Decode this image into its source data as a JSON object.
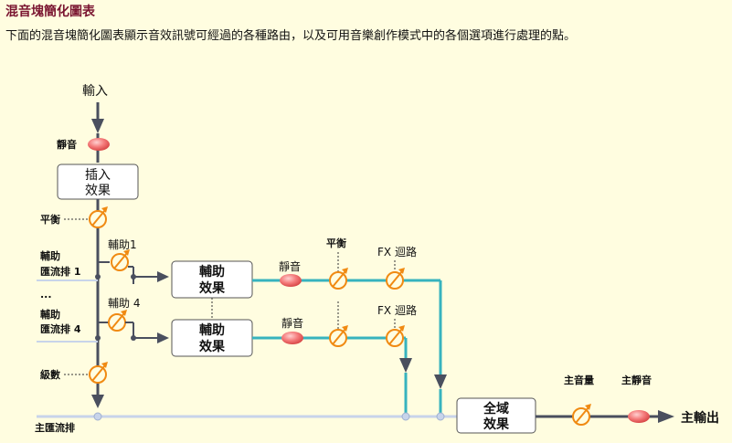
{
  "header": {
    "title": "混音塊簡化圖表",
    "description": "下面的混音塊簡化圖表顯示音效訊號可經過的各種路由，以及可用音樂創作模式中的各個選項進行處理的點。"
  },
  "diagram": {
    "input_label": "輸入",
    "mute_label_top": "靜音",
    "insert_box_line1": "插入",
    "insert_box_line2": "效果",
    "pan_left_label": "平衡",
    "aux1_label": "輔助1",
    "aux4_label": "輔助 4",
    "aux_bus1_line1": "輔助",
    "aux_bus1_line2": "匯流排 1",
    "ellipsis": "...",
    "aux_bus4_line1": "輔助",
    "aux_bus4_line2": "匯流排 4",
    "level_label": "級數",
    "main_bus_label": "主匯流排",
    "aux_fx_box1_line1": "輔助",
    "aux_fx_box1_line2": "效果",
    "aux_fx_box2_line1": "輔助",
    "aux_fx_box2_line2": "效果",
    "mute_label_1": "靜音",
    "mute_label_2": "靜音",
    "pan_label_right": "平衡",
    "fx_return_1": "FX 迴路",
    "fx_return_2": "FX 迴路",
    "global_box_line1": "全域",
    "global_box_line2": "效果",
    "master_volume_label": "主音量",
    "master_mute_label": "主靜音",
    "main_output_label": "主輸出"
  },
  "colors": {
    "title": "#7a1530",
    "background": "#fffde0",
    "teal_line": "#37b3be",
    "grey_line": "#4a4f5e",
    "light_bus": "#c8d4ea",
    "knob_orange": "#f08a12",
    "mute_red": "#f06060"
  }
}
